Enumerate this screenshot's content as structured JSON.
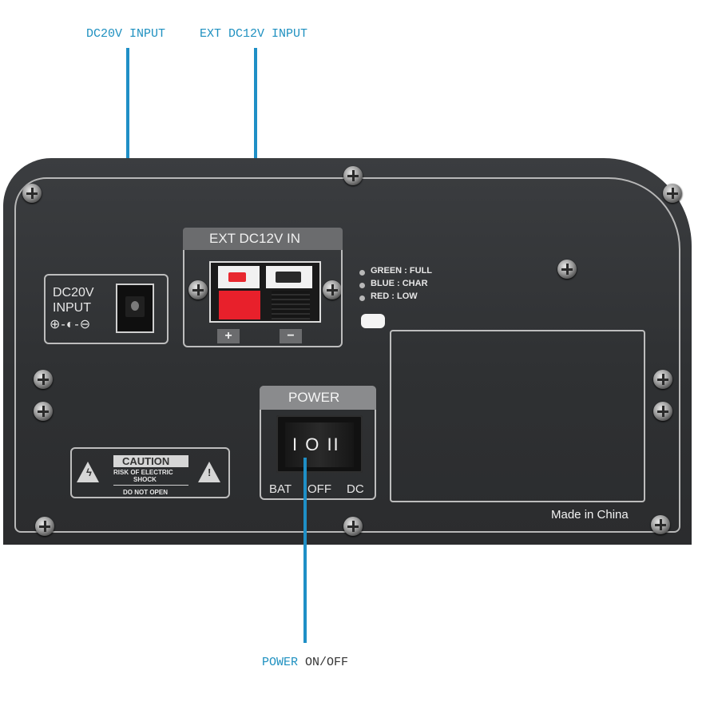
{
  "callouts": {
    "dc20v": "DC20V INPUT",
    "ext_dc12v": "EXT DC12V INPUT",
    "power_prefix": "POWER",
    "power_suffix": "ON/OFF"
  },
  "panel": {
    "dc20v_label_line1": "DC20V",
    "dc20v_label_line2": "INPUT",
    "polarity_symbol": "⊕-◐-⊖",
    "ext_title": "EXT  DC12V IN",
    "plus": "+",
    "minus": "−",
    "led_legend": [
      {
        "color": "GREEN",
        "sep": " : ",
        "state": "FULL"
      },
      {
        "color": "BLUE",
        "sep": " : ",
        "state": "CHAR"
      },
      {
        "color": "RED",
        "sep": " :  ",
        "state": "LOW"
      }
    ],
    "power_title": "POWER",
    "rocker_glyphs": "I O II",
    "switch_positions": [
      "BAT",
      "OFF",
      "DC"
    ],
    "caution": {
      "title": "CAUTION",
      "line1": "RISK OF ELECTRIC",
      "line2": "SHOCK",
      "line3": "DO NOT OPEN"
    },
    "made_in": "Made in China"
  },
  "colors": {
    "callout_blue": "#1e90c0",
    "panel_black": "#2f3133",
    "terminal_red": "#e8202b"
  }
}
